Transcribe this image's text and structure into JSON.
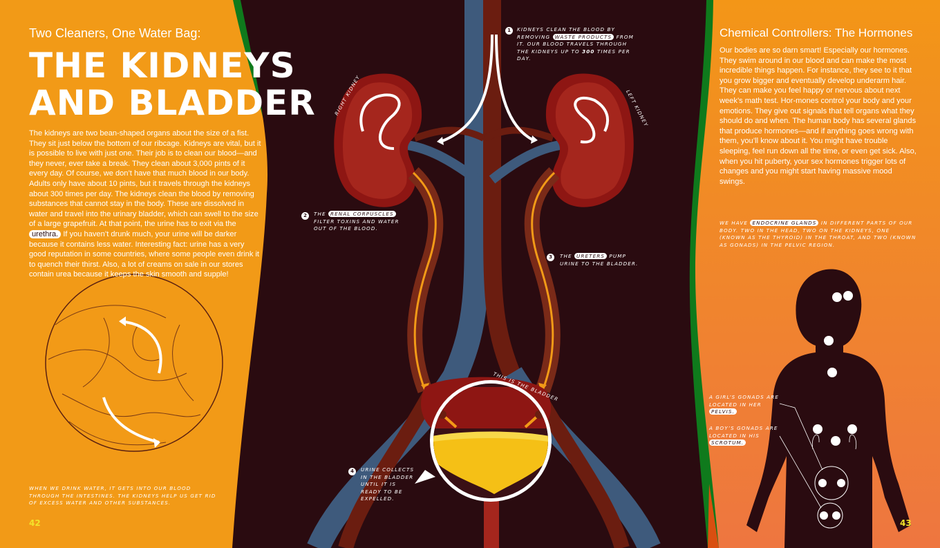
{
  "left_page": {
    "kicker": "Two Cleaners, One Water Bag:",
    "title": "THE KIDNEYS\nAND BLADDER",
    "body_before_highlight": "The kidneys are two bean-shaped organs about the size of a fist. They sit just below the bottom of our ribcage. Kidneys are vital, but it is possible to live with just one. Their job is to clean our blood—and they never, ever take a break. They clean about 3,000 pints of it every day. Of course, we don’t have that much blood in our body. Adults only have about 10 pints, but it travels through the kidneys about 300 times per day. The kidneys clean the blood by removing substances that cannot stay in the body. These are dissolved in water and travel into the urinary bladder, which can swell to the size of a large grapefruit. At that point, the urine has to exit via the",
    "body_highlight": "urethra.",
    "body_after_highlight": " If you haven’t drunk much, your urine will be darker because it contains less water. Interesting fact: urine has a very good reputation in some countries, where some people even drink it to quench their thirst. Also, a lot of creams on sale in our stores contain urea because it keeps the skin smooth and supple!",
    "intestine_caption": "When we drink water, it gets into our blood through the intestines. The kidneys help us get rid of excess water and other substances.",
    "page_number": "42"
  },
  "diagram": {
    "right_kidney_label": "Right kidney",
    "left_kidney_label": "Left kidney",
    "bladder_label": "This is the bladder",
    "steps": [
      {
        "number": "1",
        "before": "Kidneys clean the blood by removing",
        "highlight": "waste products",
        "after": "from it. Our blood travels through the kidneys up to",
        "bold": "300",
        "after_bold": "times per day."
      },
      {
        "number": "2",
        "before": "The",
        "highlight": "renal corpuscles",
        "after": "filter toxins and water out of the blood."
      },
      {
        "number": "3",
        "before": "The",
        "highlight": "ureters",
        "after": "pump urine to the bladder."
      },
      {
        "number": "4",
        "text": "Urine collects in the bladder until it is ready to be expelled."
      }
    ]
  },
  "right_page": {
    "heading": "Chemical Controllers: The Hormones",
    "body": "Our bodies are so darn smart! Especially our hormones. They swim around in our blood and can make the most incredible things happen. For instance, they see to it that you grow bigger and eventually develop underarm hair. They can make you feel happy or nervous about next week’s math test. Hor-mones control your body and your emotions. They give out signals that tell organs what they should do and when. The human body has several glands that produce hormones—and if anything goes wrong with them, you’ll know about it. You might have trouble sleeping, feel run down all the time, or even get sick. Also, when you hit puberty, your sex hormones trigger lots of changes and you might start having massive mood swings.",
    "glands_caption": {
      "before": "We have",
      "highlight": "endocrine glands",
      "after": "in different parts of our body. Two in the head, two on the kidneys, one (known as the thyroid) in the throat, and two (known as gonads) in the pelvic region."
    },
    "girl_caption": {
      "before": "A girl’s gonads are located in her",
      "highlight": "pelvis."
    },
    "boy_caption": {
      "before": "A boy’s gonads are located in his",
      "highlight": "scrotum."
    },
    "page_number": "43"
  },
  "colors": {
    "page_orange": "#f29a17",
    "body_dark": "#2a0b10",
    "kidney_red": "#8e1613",
    "vein_blue": "#3e5a7c",
    "artery_red": "#6b1d10",
    "urine_yellow": "#f5c016",
    "page_number_yellow": "#f3e22a"
  }
}
